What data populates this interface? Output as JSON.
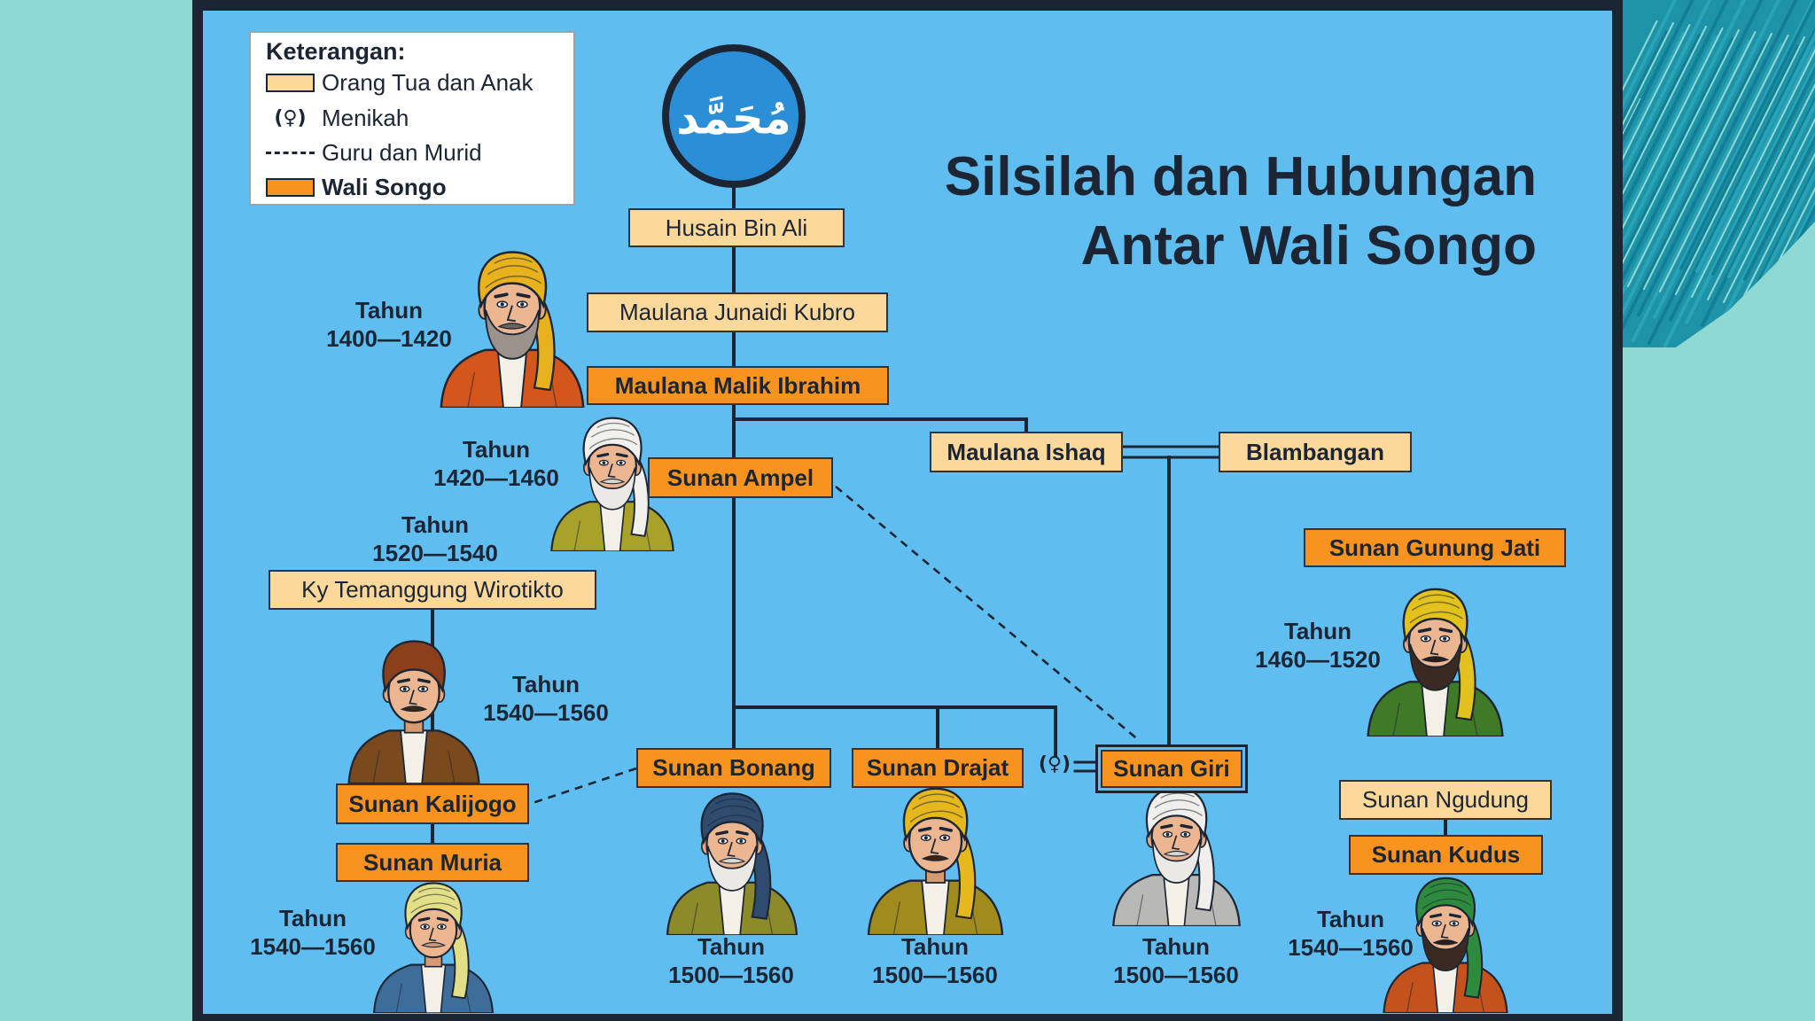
{
  "legend": {
    "title": "Keterangan:",
    "items": [
      {
        "label": "Orang Tua dan Anak",
        "color": "#fcd89a"
      },
      {
        "symbol": "(♀)",
        "label": "Menikah"
      },
      {
        "label": "Guru dan Murid"
      },
      {
        "label": "Wali Songo",
        "color": "#f7931e"
      }
    ]
  },
  "title": {
    "line1": "Silsilah dan Hubungan",
    "line2": "Antar Wali Songo"
  },
  "emblem_text": "مُحَمَّد",
  "nodes": {
    "husain_bin_ali": "Husain Bin Ali",
    "junaidi_kubro": "Maulana Junaidi Kubro",
    "malik_ibrahim": "Maulana Malik Ibrahim",
    "ampel": "Sunan Ampel",
    "ishaq": "Maulana Ishaq",
    "blambangan": "Blambangan",
    "gunung_jati": "Sunan Gunung Jati",
    "temanggung": "Ky Temanggung Wirotikto",
    "bonang": "Sunan Bonang",
    "drajat": "Sunan Drajat",
    "giri": "Sunan Giri",
    "kalijogo": "Sunan Kalijogo",
    "muria": "Sunan Muria",
    "ngudung": "Sunan Ngudung",
    "kudus": "Sunan Kudus"
  },
  "year_label": "Tahun",
  "years": {
    "malik_ibrahim": "1400—1420",
    "ampel": "1420—1460",
    "temanggung": "1520—1540",
    "kalijogo": "1540—1560",
    "gunung_jati": "1460—1520",
    "muria": "1540—1560",
    "bonang": "1500—1560",
    "drajat": "1500—1560",
    "giri": "1500—1560",
    "kudus": "1540—1560"
  },
  "marriage_symbol": "(♀)",
  "colors": {
    "background": "#8fd9d5",
    "panel": "#5fbdf0",
    "outline": "#1b2534",
    "emblem": "#2b8fd8"
  }
}
